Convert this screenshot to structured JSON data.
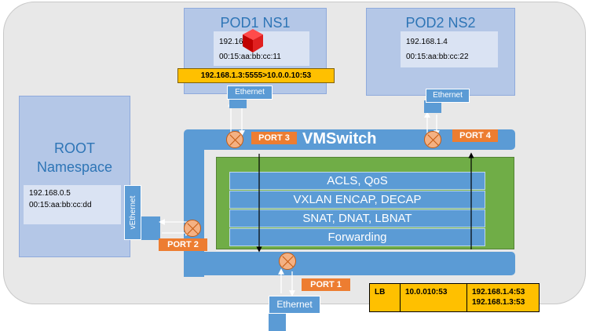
{
  "pod1": {
    "title": "POD1 NS1",
    "ip": "192.168.1.3",
    "mac": "00:15:aa:bb:cc:11",
    "flow": "192.168.1.3:5555>10.0.0.10:53",
    "eth": "Ethernet"
  },
  "pod2": {
    "title": "POD2 NS2",
    "ip": "192.168.1.4",
    "mac": "00:15:aa:bb:cc:22",
    "eth": "Ethernet"
  },
  "root": {
    "title_line1": "ROOT",
    "title_line2": "Namespace",
    "ip": "192.168.0.5",
    "mac": "00:15:aa:bb:cc:dd",
    "veth": "vEthernet"
  },
  "vmswitch": {
    "title": "VMSwitch"
  },
  "layers": [
    "ACLS, QoS",
    "VXLAN ENCAP, DECAP",
    "SNAT, DNAT, LBNAT",
    "Forwarding"
  ],
  "ports": {
    "p1": "PORT 1",
    "p2": "PORT 2",
    "p3": "PORT 3",
    "p4": "PORT 4"
  },
  "uplink": {
    "eth": "Ethernet"
  },
  "lb": {
    "label": "LB",
    "vip": "10.0.010:53",
    "backends": [
      "192.168.1.4:53",
      "192.168.1.3:53"
    ]
  },
  "colors": {
    "accent_blue": "#5b9bd5",
    "port_orange": "#ed7d31",
    "pipeline_green": "#70ad47",
    "lb_yellow": "#ffc000",
    "package_red": "#e02020"
  }
}
